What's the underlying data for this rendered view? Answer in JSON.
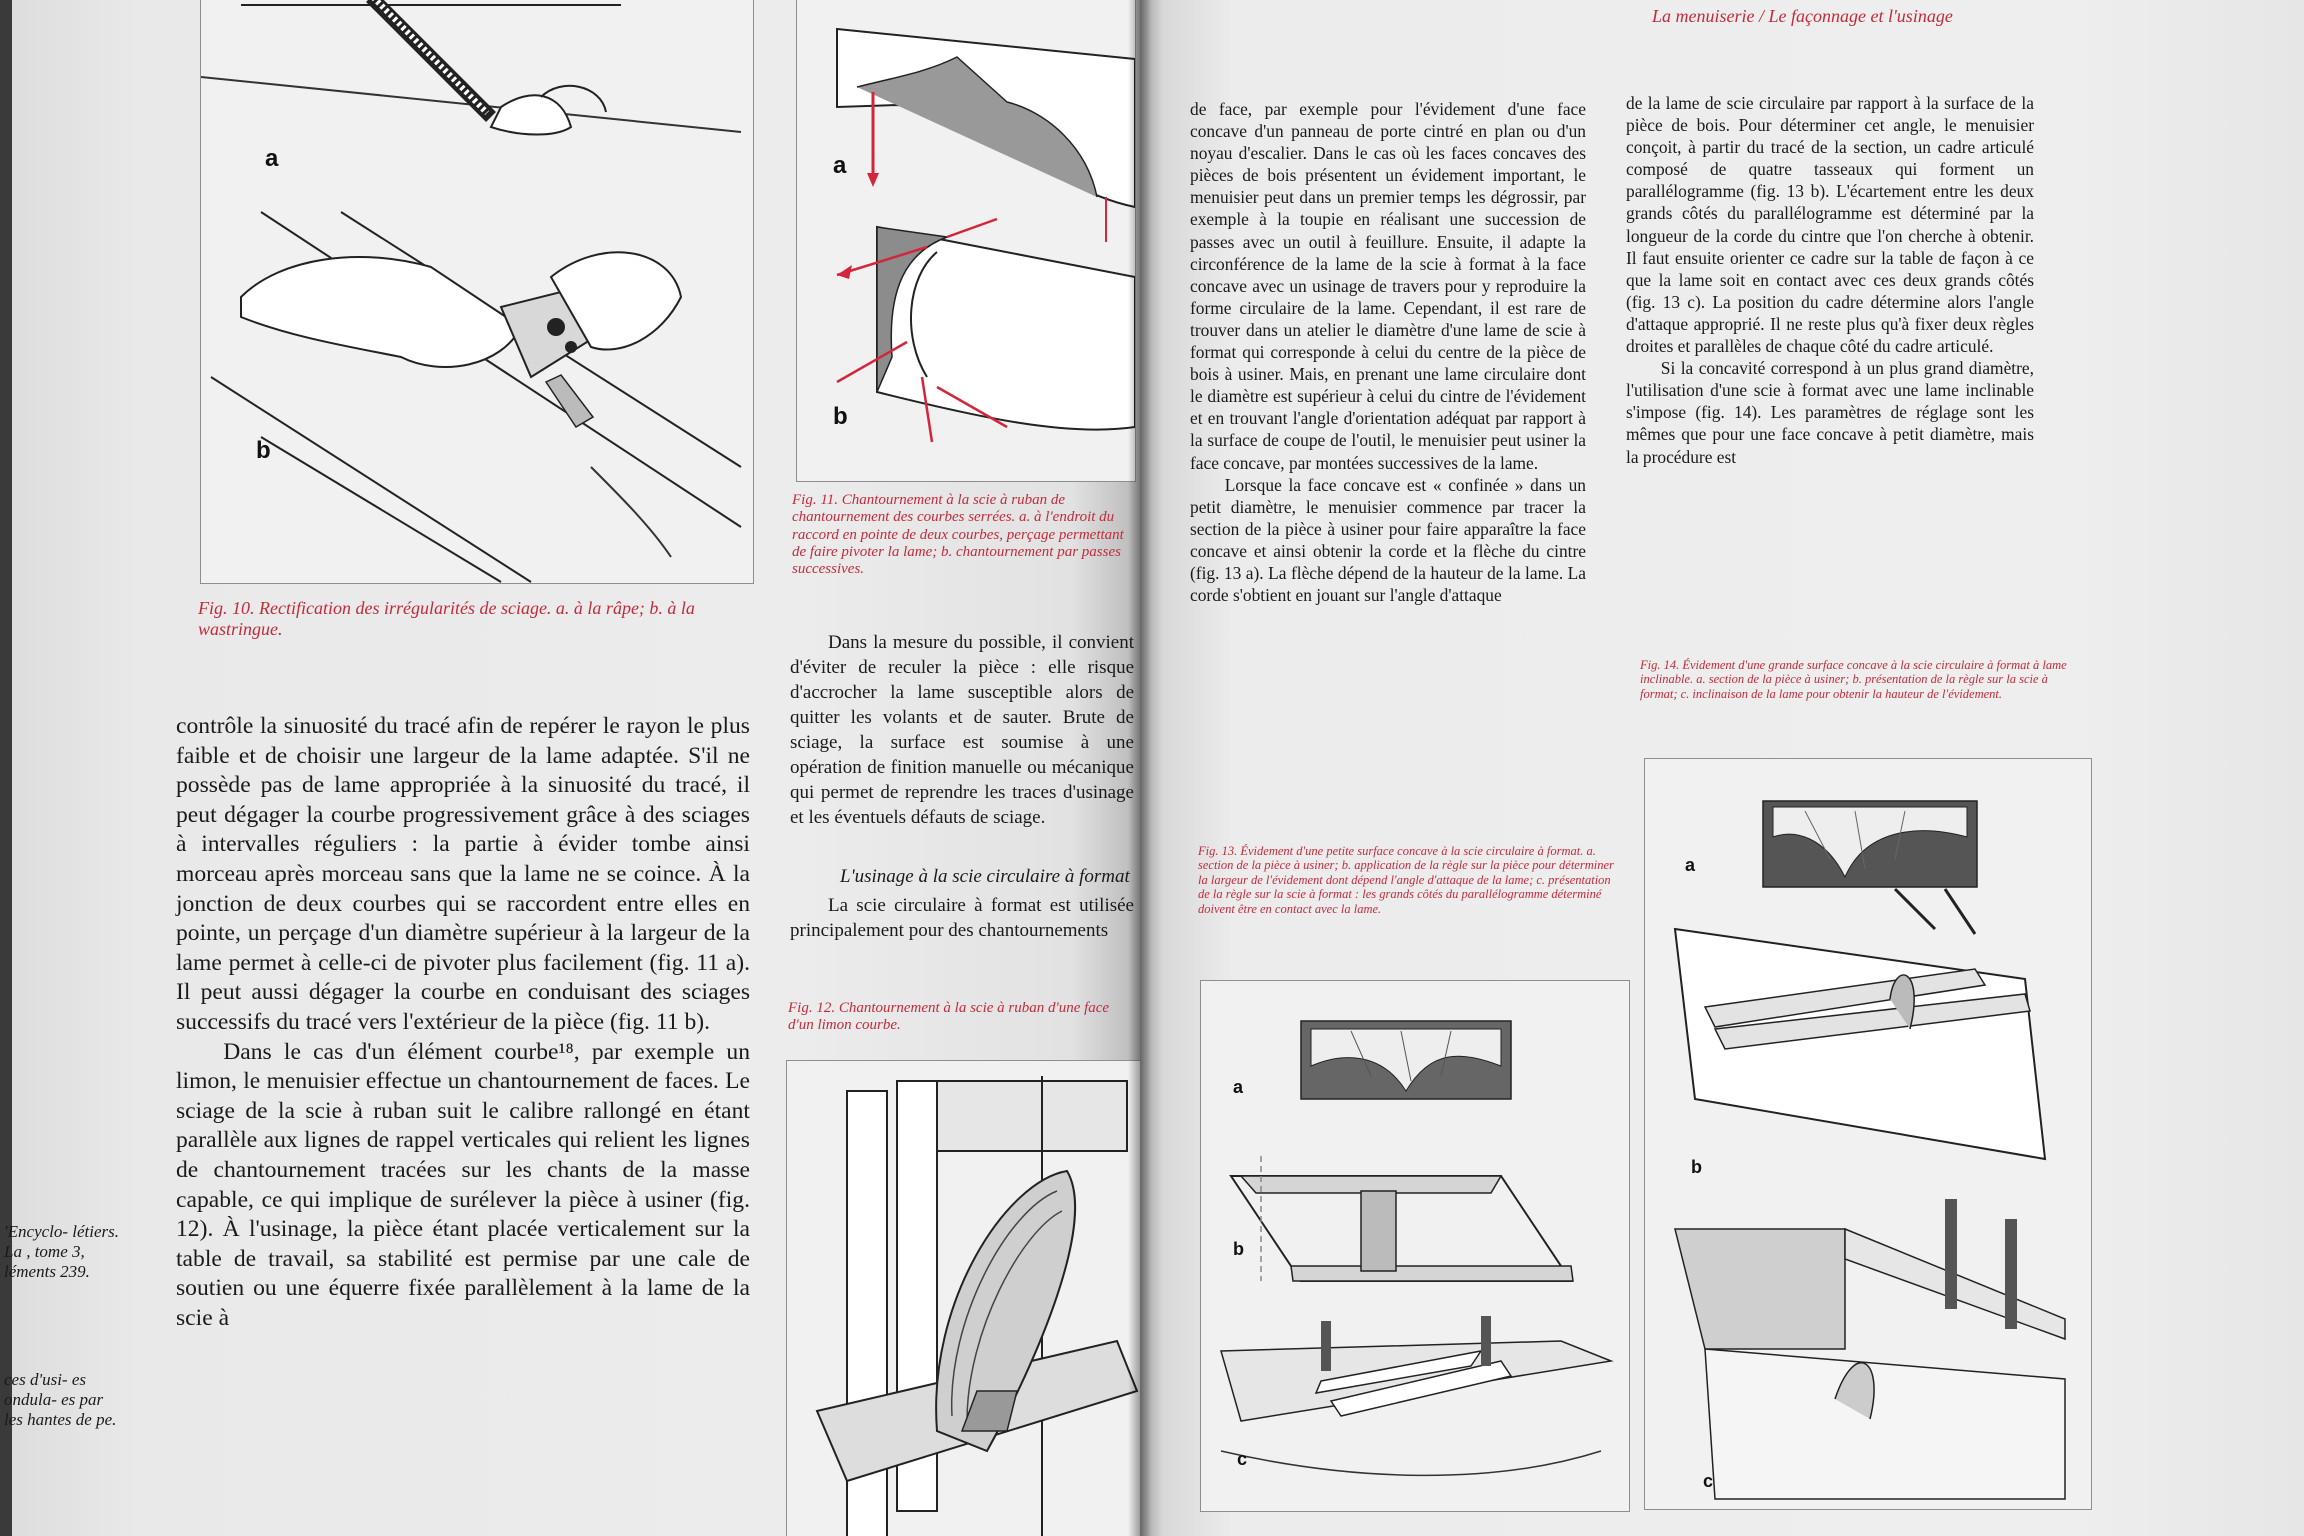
{
  "header": {
    "running_title": "La menuiserie / Le façonnage et l'usinage"
  },
  "left_page": {
    "fig10": {
      "letters": [
        "a",
        "b"
      ],
      "caption": "Fig. 10. Rectification des irrégularités de sciage. a. à la râpe; b. à la wastringue."
    },
    "main_text": "contrôle la sinuosité du tracé afin de repérer le rayon le plus faible et de choisir une largeur de la lame adaptée. S'il ne possède pas de lame appropriée à la sinuosité du tracé, il peut dégager la courbe progressivement grâce à des sciages à intervalles réguliers : la partie à évider tombe ainsi morceau après morceau sans que la lame ne se coince. À la jonction de deux courbes qui se raccordent entre elles en pointe, un perçage d'un diamètre supérieur à la largeur de la lame permet à celle-ci de pivoter plus facilement (fig. 11 a). Il peut aussi dégager la courbe en conduisant des sciages successifs du tracé vers l'extérieur de la pièce (fig. 11 b).",
    "main_text_2": "Dans le cas d'un élément courbe¹⁸, par exemple un limon, le menuisier effectue un chantournement de faces. Le sciage de la scie à ruban suit le calibre rallongé en étant parallèle aux lignes de rappel verticales qui relient les lignes de chantournement tracées sur les chants de la masse capable, ce qui implique de surélever la pièce à usiner (fig. 12). À l'usinage, la pièce étant placée verticalement sur la table de travail, sa stabilité est permise par une cale de soutien ou une équerre fixée parallèlement à la lame de la scie à",
    "footnote_a": "'Encyclo- létiers. La , tome 3, léments 239.",
    "footnote_b": "ces d'usi- es ondula- es par les hantes de pe."
  },
  "center_column": {
    "fig11": {
      "letters": [
        "a",
        "b"
      ],
      "caption": "Fig. 11. Chantournement à la scie à ruban de chantournement des courbes serrées. a. à l'endroit du raccord en pointe de deux courbes, perçage permettant de faire pivoter la lame; b. chantournement par passes successives."
    },
    "text_1": "Dans la mesure du possible, il convient d'éviter de reculer la pièce : elle risque d'accrocher la lame susceptible alors de quitter les volants et de sauter. Brute de sciage, la surface est soumise à une opération de finition manuelle ou mécanique qui permet de reprendre les traces d'usinage et les éventuels défauts de sciage.",
    "subheading": "L'usinage à la scie circulaire à format",
    "text_2": "La scie circulaire à format est utilisée principalement pour des chantournements",
    "fig12": {
      "caption": "Fig. 12. Chantournement à la scie à ruban d'une face d'un limon courbe."
    }
  },
  "right_page": {
    "col1_text": "de face, par exemple pour l'évidement d'une face concave d'un panneau de porte cintré en plan ou d'un noyau d'escalier. Dans le cas où les faces concaves des pièces de bois présentent un évidement important, le menuisier peut dans un premier temps les dégrossir, par exemple à la toupie en réalisant une succession de passes avec un outil à feuillure. Ensuite, il adapte la circonférence de la lame de la scie à format à la face concave avec un usinage de travers pour y reproduire la forme circulaire de la lame. Cependant, il est rare de trouver dans un atelier le diamètre d'une lame de scie à format qui corresponde à celui du centre de la pièce de bois à usiner. Mais, en prenant une lame circulaire dont le diamètre est supérieur à celui du cintre de l'évidement et en trouvant l'angle d'orientation adéquat par rapport à la surface de coupe de l'outil, le menuisier peut usiner la face concave, par montées successives de la lame.",
    "col1_text_2": "Lorsque la face concave est « confinée » dans un petit diamètre, le menuisier commence par tracer la section de la pièce à usiner pour faire apparaître la face concave et ainsi obtenir la corde et la flèche du cintre (fig. 13 a). La flèche dépend de la hauteur de la lame. La corde s'obtient en jouant sur l'angle d'attaque",
    "col2_text": "de la lame de scie circulaire par rapport à la surface de la pièce de bois. Pour déterminer cet angle, le menuisier conçoit, à partir du tracé de la section, un cadre articulé composé de quatre tasseaux qui forment un parallélogramme (fig. 13 b). L'écartement entre les deux grands côtés du parallélogramme est déterminé par la longueur de la corde du cintre que l'on cherche à obtenir. Il faut ensuite orienter ce cadre sur la table de façon à ce que la lame soit en contact avec ces deux grands côtés (fig. 13 c). La position du cadre détermine alors l'angle d'attaque approprié. Il ne reste plus qu'à fixer deux règles droites et parallèles de chaque côté du cadre articulé.",
    "col2_text_2": "Si la concavité correspond à un plus grand diamètre, l'utilisation d'une scie à format avec une lame inclinable s'impose (fig. 14). Les paramètres de réglage sont les mêmes que pour une face concave à petit diamètre, mais la procédure est",
    "fig13": {
      "letters": [
        "a",
        "b",
        "c"
      ],
      "caption": "Fig. 13. Évidement d'une petite surface concave à la scie circulaire à format. a. section de la pièce à usiner; b. application de la règle sur la pièce pour déterminer la largeur de l'évidement dont dépend l'angle d'attaque de la lame; c. présentation de la règle sur la scie à format : les grands côtés du parallélogramme déterminé doivent être en contact avec la lame."
    },
    "fig14": {
      "letters": [
        "a",
        "b",
        "c"
      ],
      "caption": "Fig. 14. Évidement d'une grande surface concave à la scie circulaire à format à lame inclinable. a. section de la pièce à usiner; b. présentation de la règle sur la scie à format; c. inclinaison de la lame pour obtenir la hauteur de l'évidement."
    }
  }
}
